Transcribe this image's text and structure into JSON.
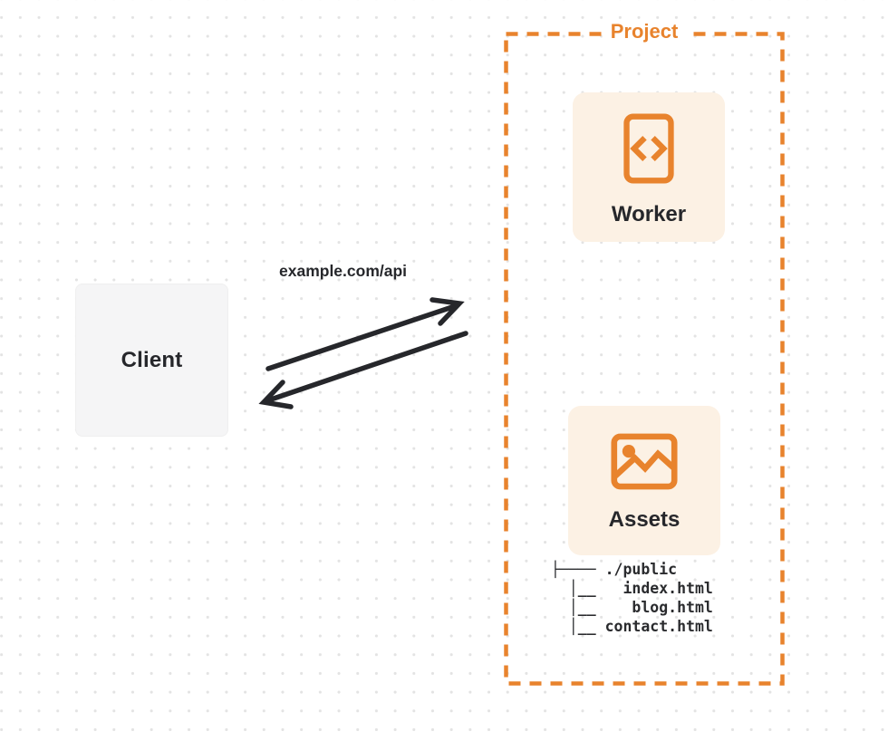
{
  "colors": {
    "accent_orange": "#E8832D",
    "card_cream": "#FCF1E4",
    "client_gray": "#F5F5F6",
    "text_dark": "#26272B",
    "dot_grid": "#E3E3E3"
  },
  "client": {
    "label": "Client"
  },
  "request": {
    "label": "example.com/api"
  },
  "project": {
    "label": "Project",
    "worker": {
      "label": "Worker",
      "icon": "code-document-icon"
    },
    "assets": {
      "label": "Assets",
      "icon": "image-icon",
      "file_tree": {
        "lines": [
          "├──── ./public",
          "  │__   index.html",
          "  │__    blog.html",
          "  │__ contact.html"
        ]
      }
    }
  }
}
